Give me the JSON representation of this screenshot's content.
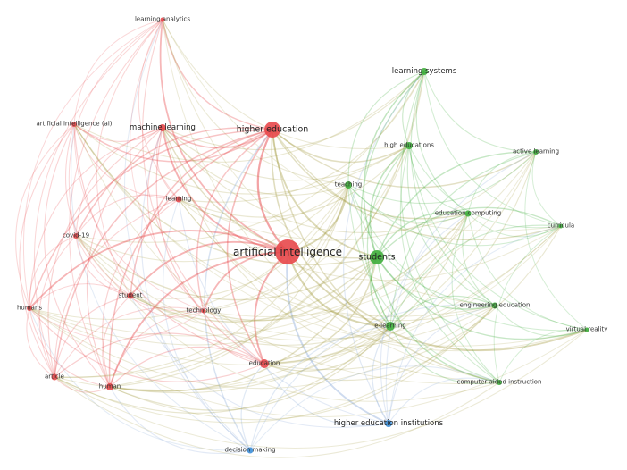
{
  "title": "Keyword co-occurrence network",
  "colors": {
    "cluster1": "#e8484b",
    "cluster2": "#3fae3c",
    "cluster3": "#3d8fd8"
  },
  "nodes": [
    {
      "id": "learning_analytics",
      "label": "learning analytics",
      "cluster": 1
    },
    {
      "id": "ai_abbrev",
      "label": "artificial intelligence (ai)",
      "cluster": 1
    },
    {
      "id": "machine_learning",
      "label": "machine learning",
      "cluster": 1
    },
    {
      "id": "higher_education",
      "label": "higher education",
      "cluster": 1
    },
    {
      "id": "learning",
      "label": "learning",
      "cluster": 1
    },
    {
      "id": "covid19",
      "label": "covid-19",
      "cluster": 1
    },
    {
      "id": "artificial_intelligence",
      "label": "artificial intelligence",
      "cluster": 1
    },
    {
      "id": "student",
      "label": "student",
      "cluster": 1
    },
    {
      "id": "humans",
      "label": "humans",
      "cluster": 1
    },
    {
      "id": "technology",
      "label": "technology",
      "cluster": 1
    },
    {
      "id": "education",
      "label": "education",
      "cluster": 1
    },
    {
      "id": "article",
      "label": "article",
      "cluster": 1
    },
    {
      "id": "human",
      "label": "human",
      "cluster": 1
    },
    {
      "id": "learning_systems",
      "label": "learning systems",
      "cluster": 2
    },
    {
      "id": "high_educations",
      "label": "high educations",
      "cluster": 2
    },
    {
      "id": "teaching",
      "label": "teaching",
      "cluster": 2
    },
    {
      "id": "active_learning",
      "label": "active learning",
      "cluster": 2
    },
    {
      "id": "education_computing",
      "label": "education computing",
      "cluster": 2
    },
    {
      "id": "curricula",
      "label": "curricula",
      "cluster": 2
    },
    {
      "id": "students",
      "label": "students",
      "cluster": 2
    },
    {
      "id": "engineering_education",
      "label": "engineering education",
      "cluster": 2
    },
    {
      "id": "e_learning",
      "label": "e-learning",
      "cluster": 2
    },
    {
      "id": "virtual_reality",
      "label": "virtual reality",
      "cluster": 2
    },
    {
      "id": "computer_aided_instruction",
      "label": "computer aided instruction",
      "cluster": 2
    },
    {
      "id": "decision_making",
      "label": "decision making",
      "cluster": 3
    },
    {
      "id": "higher_education_institutions",
      "label": "higher education institutions",
      "cluster": 3
    }
  ]
}
